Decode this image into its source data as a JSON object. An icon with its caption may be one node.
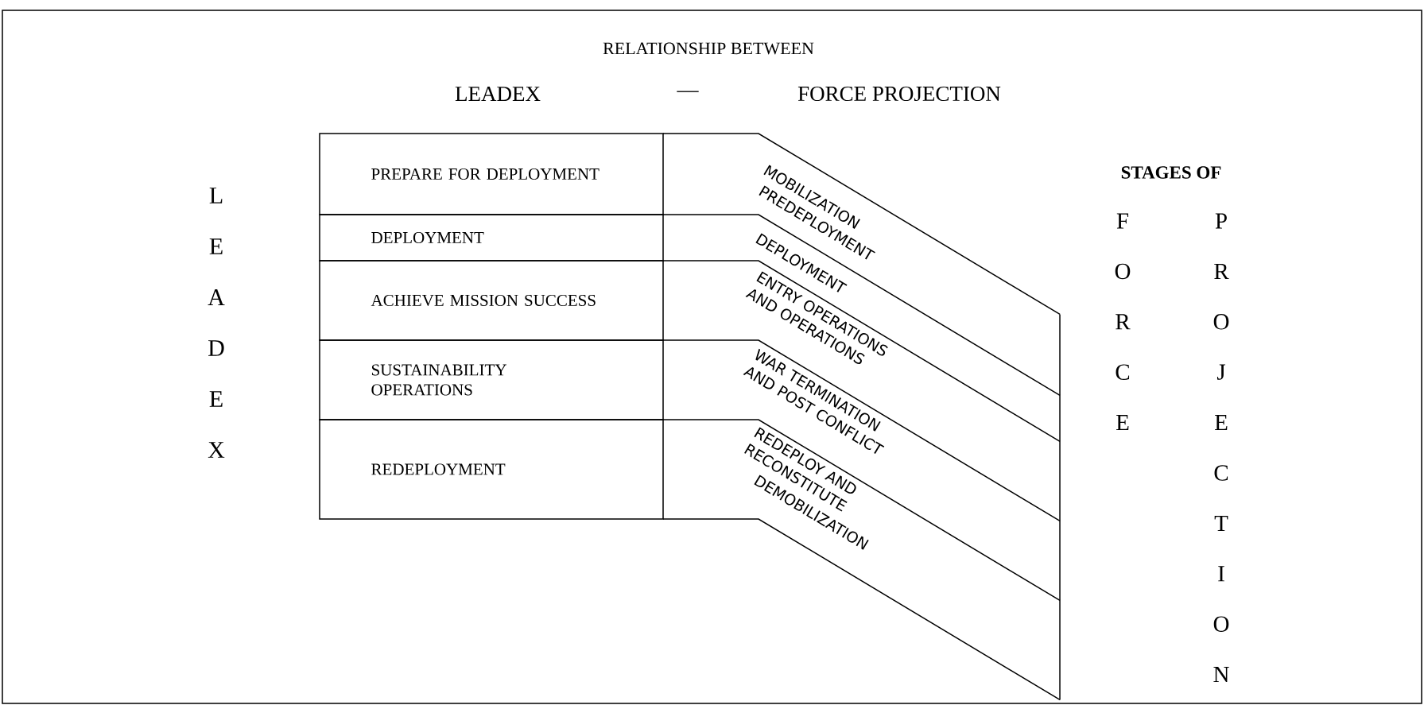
{
  "diagram": {
    "title": "RELATIONSHIP BETWEEN",
    "nodes": [
      {
        "text": [
          "PREPARE FOR DEPLOYMENT"
        ]
      },
      {
        "text": [
          "DEPLOYMENT"
        ]
      },
      {
        "text": [
          "ACHIEVE MISSION SUCCESS"
        ]
      },
      {
        "text": [
          "SUSTAINABILITY OPERATIONS"
        ]
      },
      {
        "text": [
          "REDEPLOYMENT"
        ]
      }
    ],
    "labels": [
      "LEADEX",
      "—",
      "FORCE PROJECTION",
      "L",
      "E",
      "A",
      "D",
      "E",
      "X",
      "STAGES OF",
      "F",
      "O",
      "R",
      "C",
      "E",
      "P",
      "R",
      "O",
      "J",
      "E",
      "C",
      "T",
      "I",
      "O",
      "N",
      "MOBILIZATION",
      "PREDEPLOYMENT",
      "DEPLOYMENT",
      "ENTRY OPERATIONS AND OPERATIONS",
      "WAR TERMINATION AND POST CONFLICT",
      "REDEPLOY AND RECONSTITUTE",
      "DEMOBILIZATION"
    ]
  }
}
